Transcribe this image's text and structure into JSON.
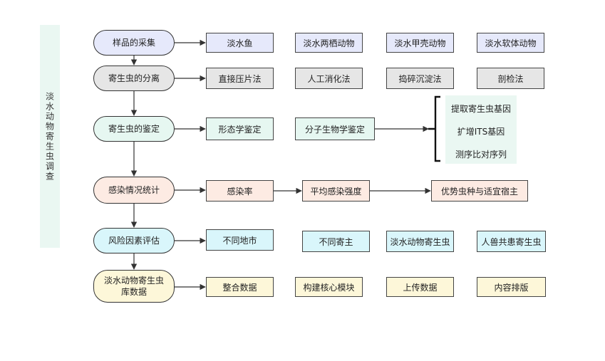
{
  "side_label": "淡水动物寄生虫调查",
  "colors": {
    "sampling": "#e6e9fb",
    "separation": "#e6e6e6",
    "identification": "#e6f7f1",
    "statistics": "#fdebe3",
    "risk": "#d9f6fb",
    "database": "#fdf7d9",
    "line": "#333333"
  },
  "stages": [
    {
      "id": "sampling",
      "label": "样品的采集",
      "items": [
        "淡水鱼",
        "淡水两栖动物",
        "淡水甲壳动物",
        "淡水软体动物"
      ]
    },
    {
      "id": "separation",
      "label": "寄生虫的分离",
      "items": [
        "直接压片法",
        "人工消化法",
        "捣碎沉淀法",
        "剖检法"
      ]
    },
    {
      "id": "identification",
      "label": "寄生虫的鉴定",
      "items": [
        "形态学鉴定",
        "分子生物学鉴定"
      ]
    },
    {
      "id": "statistics",
      "label": "感染情况统计",
      "items": [
        "感染率",
        "平均感染强度",
        "优势虫种与适宜宿主"
      ]
    },
    {
      "id": "risk",
      "label": "风险因素评估",
      "items": [
        "不同地市",
        "不同寄主",
        "淡水动物寄生虫",
        "人兽共患寄生虫"
      ]
    },
    {
      "id": "database",
      "label": "淡水动物寄生虫库数据",
      "items": [
        "整合数据",
        "构建核心模块",
        "上传数据",
        "内容排版"
      ]
    }
  ],
  "molecular_steps": [
    "提取寄生虫基因",
    "扩增ITS基因",
    "测序比对序列"
  ]
}
